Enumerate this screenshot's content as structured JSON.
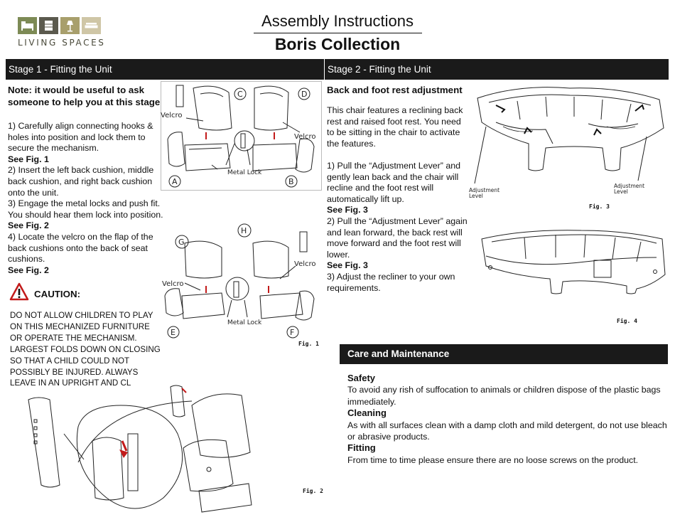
{
  "brand": {
    "name": "LIVING SPACES",
    "icons": [
      "bed-icon",
      "dresser-icon",
      "lamp-icon",
      "sofa-icon"
    ],
    "colors": [
      "#7d8a55",
      "#5b5a4e",
      "#a89f6c",
      "#cfc6a6"
    ]
  },
  "header": {
    "title": "Assembly Instructions",
    "subtitle": "Boris Collection"
  },
  "stage1": {
    "bar": "Stage 1 - Fitting the Unit",
    "note": "Note: it would be useful to ask someone to help you at this stage",
    "step1": "1)    Carefully align connecting hooks & holes into position and lock them to secure the mechanism.",
    "step1_ref": "See Fig. 1",
    "step2": "2)    Insert the left back cushion, middle back cushion, and right back cushion onto the unit.",
    "step3": "3)    Engage the metal locks and push fit. You should hear them lock into position.",
    "step3_ref": "See Fig. 2",
    "step4": "4)    Locate the velcro on the flap of the back cushions onto the back of seat cushions.",
    "step4_ref": "See Fig. 2",
    "caution_title": "CAUTION:",
    "caution_text": "DO NOT ALLOW CHILDREN TO PLAY ON THIS MECHANIZED FURNITURE OR OPERATE THE MECHANISM. LARGEST FOLDS DOWN ON CLOSING SO THAT A CHILD COULD NOT POSSIBLY BE INJURED. ALWAYS LEAVE IN AN UPRIGHT AND CL"
  },
  "stage2": {
    "bar": "Stage 2 - Fitting the Unit",
    "heading": "Back and foot rest adjustment",
    "intro": "This chair features a reclining back rest and raised foot rest. You need to be sitting in the chair to activate the features.",
    "step1": "1)    Pull the “Adjustment Lever” and gently lean back and the chair will recline and the foot rest will automatically lift up.",
    "step1_ref": "See Fig. 3",
    "step2": "2)    Pull the “Adjustment Lever” again and lean forward, the back rest will move forward and the foot rest will lower.",
    "step2_ref": "See Fig. 3",
    "step3": "3)    Adjust the recliner to your own requirements."
  },
  "care": {
    "bar": "Care and Maintenance",
    "safety_h": "Safety",
    "safety": "To avoid any rish of suffocation to animals or children dispose of the plastic bags immediately.",
    "cleaning_h": "Cleaning",
    "cleaning": "As with all surfaces clean with a damp cloth and mild detergent, do not use bleach or abrasive products.",
    "fitting_h": "Fitting",
    "fitting": "From time to time please ensure there are no loose screws on the product."
  },
  "figures": {
    "fig1": {
      "caption": "Fig. 1",
      "velcro": "Velcro",
      "metal_lock": "Metal Lock",
      "letters": [
        "A",
        "B",
        "C",
        "D",
        "E",
        "F",
        "G",
        "H"
      ]
    },
    "fig2": {
      "caption": "Fig. 2"
    },
    "fig3": {
      "caption": "Fig. 3",
      "adjustment": "Adjustment",
      "level": "Level"
    },
    "fig4": {
      "caption": "Fig. 4"
    }
  }
}
